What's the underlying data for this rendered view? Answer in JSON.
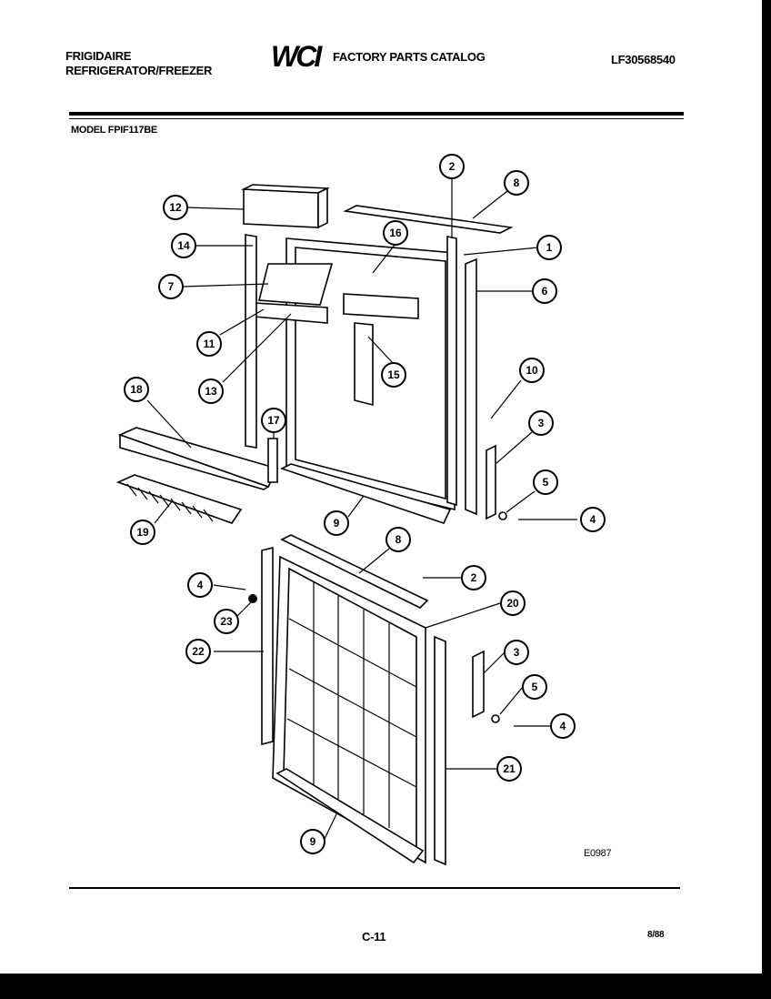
{
  "header": {
    "brand": "FRIGIDAIRE",
    "product": "REFRIGERATOR/FREEZER",
    "logo": "WCI",
    "catalog_title": "FACTORY PARTS CATALOG",
    "catalog_number": "LF30568540"
  },
  "model": "MODEL FPIF117BE",
  "figure_code": "E0987",
  "footer": {
    "page": "C-11",
    "date": "8/88"
  },
  "callouts": [
    {
      "id": "c-2a",
      "label": "2"
    },
    {
      "id": "c-8a",
      "label": "8"
    },
    {
      "id": "c-12",
      "label": "12"
    },
    {
      "id": "c-16",
      "label": "16"
    },
    {
      "id": "c-1",
      "label": "1"
    },
    {
      "id": "c-14",
      "label": "14"
    },
    {
      "id": "c-7",
      "label": "7"
    },
    {
      "id": "c-6",
      "label": "6"
    },
    {
      "id": "c-11",
      "label": "11"
    },
    {
      "id": "c-15",
      "label": "15"
    },
    {
      "id": "c-10",
      "label": "10"
    },
    {
      "id": "c-13",
      "label": "13"
    },
    {
      "id": "c-18",
      "label": "18"
    },
    {
      "id": "c-17",
      "label": "17"
    },
    {
      "id": "c-3a",
      "label": "3"
    },
    {
      "id": "c-5a",
      "label": "5"
    },
    {
      "id": "c-4a",
      "label": "4"
    },
    {
      "id": "c-9a",
      "label": "9"
    },
    {
      "id": "c-19",
      "label": "19"
    },
    {
      "id": "c-8b",
      "label": "8"
    },
    {
      "id": "c-4b",
      "label": "4"
    },
    {
      "id": "c-2b",
      "label": "2"
    },
    {
      "id": "c-20",
      "label": "20"
    },
    {
      "id": "c-23",
      "label": "23"
    },
    {
      "id": "c-22",
      "label": "22"
    },
    {
      "id": "c-3b",
      "label": "3"
    },
    {
      "id": "c-5b",
      "label": "5"
    },
    {
      "id": "c-4c",
      "label": "4"
    },
    {
      "id": "c-21",
      "label": "21"
    },
    {
      "id": "c-9b",
      "label": "9"
    }
  ]
}
